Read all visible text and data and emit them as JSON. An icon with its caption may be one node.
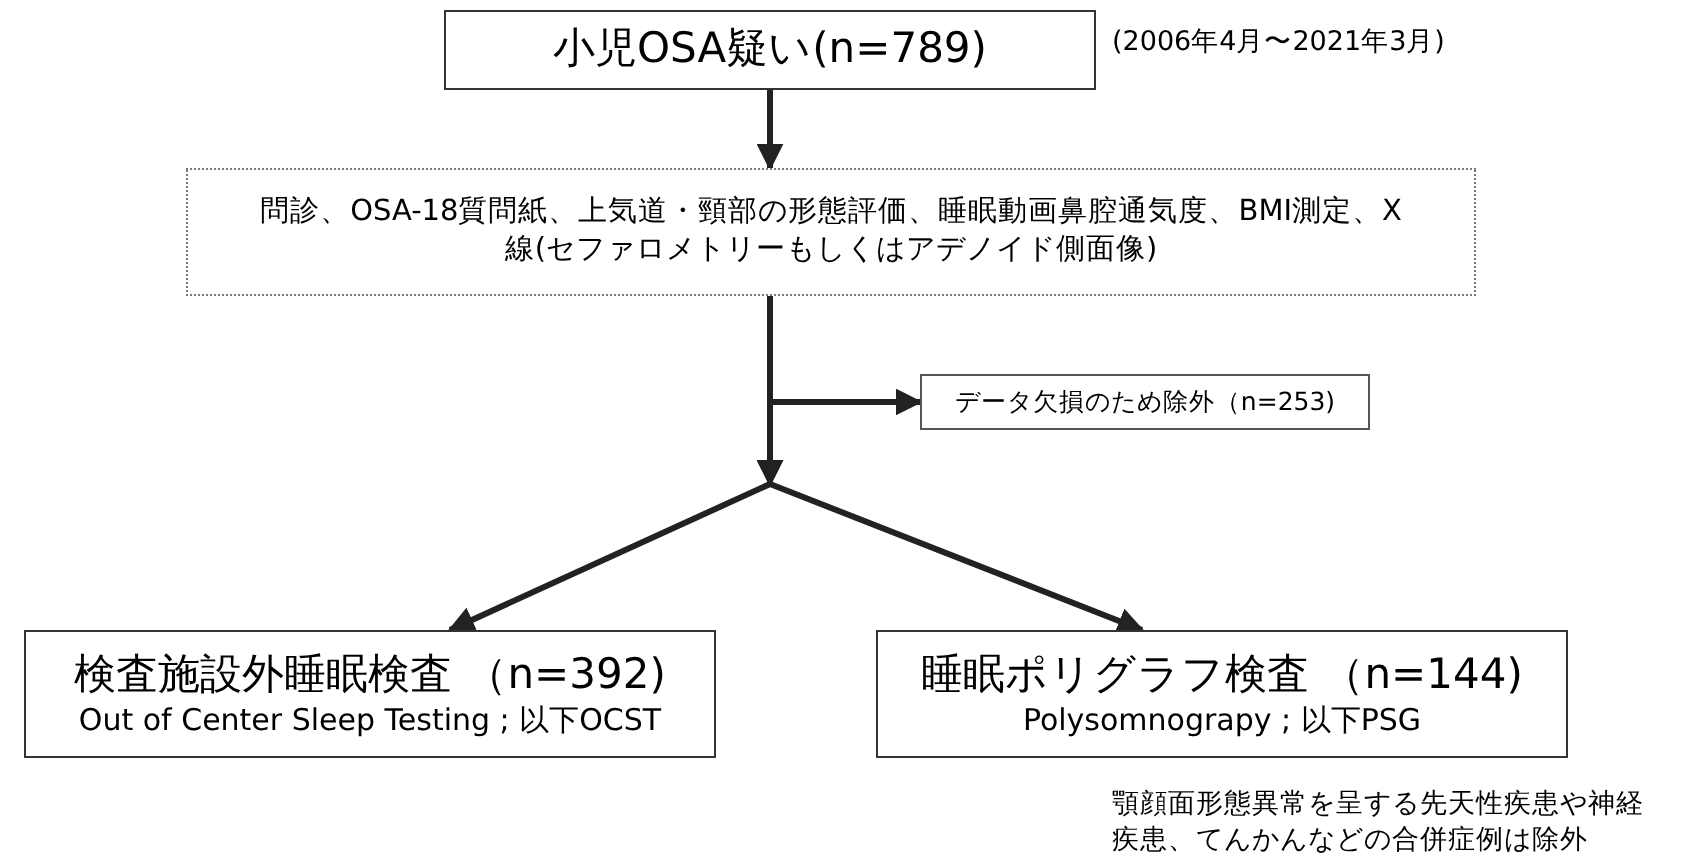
{
  "diagram": {
    "nodes": [
      {
        "text": [
          "小児OSA疑い(n=789)"
        ],
        "beside": [
          "(2006年4月〜2021年3月)"
        ]
      },
      {
        "text": [
          "問診、OSA-18質問紙、上気道・頸部の形態評価、睡眠動画鼻腔通気度、BMI測定、X線(セファロメトリーもしくはアデノイド側面像)"
        ]
      },
      {
        "text": [
          "データ欠損のため除外（n=253)"
        ]
      },
      {
        "text": [
          "検査施設外睡眠検査 （n=392)",
          "Out of Center Sleep Testing ; 以下OCST"
        ]
      },
      {
        "text": [
          "睡眠ポリグラフ検査 （n=144)",
          "Polysomnograpy ; 以下PSG"
        ]
      }
    ],
    "edges": [
      {
        "from": 0,
        "to": 1,
        "arrow": "to"
      },
      {
        "from": 1,
        "to": 2,
        "arrow": "to"
      },
      {
        "from": 1,
        "to": 3,
        "arrow": "to"
      },
      {
        "from": 1,
        "to": 4,
        "arrow": "to"
      }
    ],
    "labels": [
      "顎顔面形態異常を呈する先天性疾患や神経疾患、てんかんなどの合併症例は除外"
    ]
  }
}
